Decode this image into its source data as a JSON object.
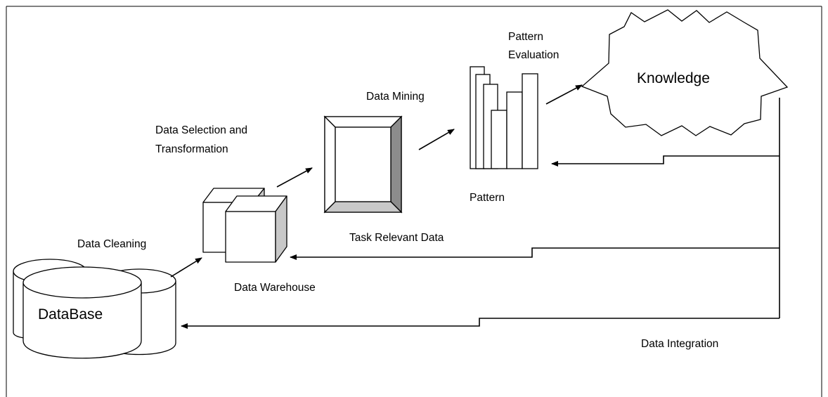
{
  "labels": {
    "database": "DataBase",
    "data_cleaning": "Data Cleaning",
    "data_warehouse": "Data Warehouse",
    "selection_line1": "Data Selection and",
    "selection_line2": "Transformation",
    "task_relevant_data": "Task Relevant Data",
    "data_mining": "Data Mining",
    "pattern_eval_line1": "Pattern",
    "pattern_eval_line2": "Evaluation",
    "pattern": "Pattern",
    "knowledge": "Knowledge",
    "data_integration": "Data Integration"
  },
  "colors": {
    "stroke": "#000000",
    "shade": "#c8c8c8",
    "dark_shade": "#8c8c8c"
  }
}
